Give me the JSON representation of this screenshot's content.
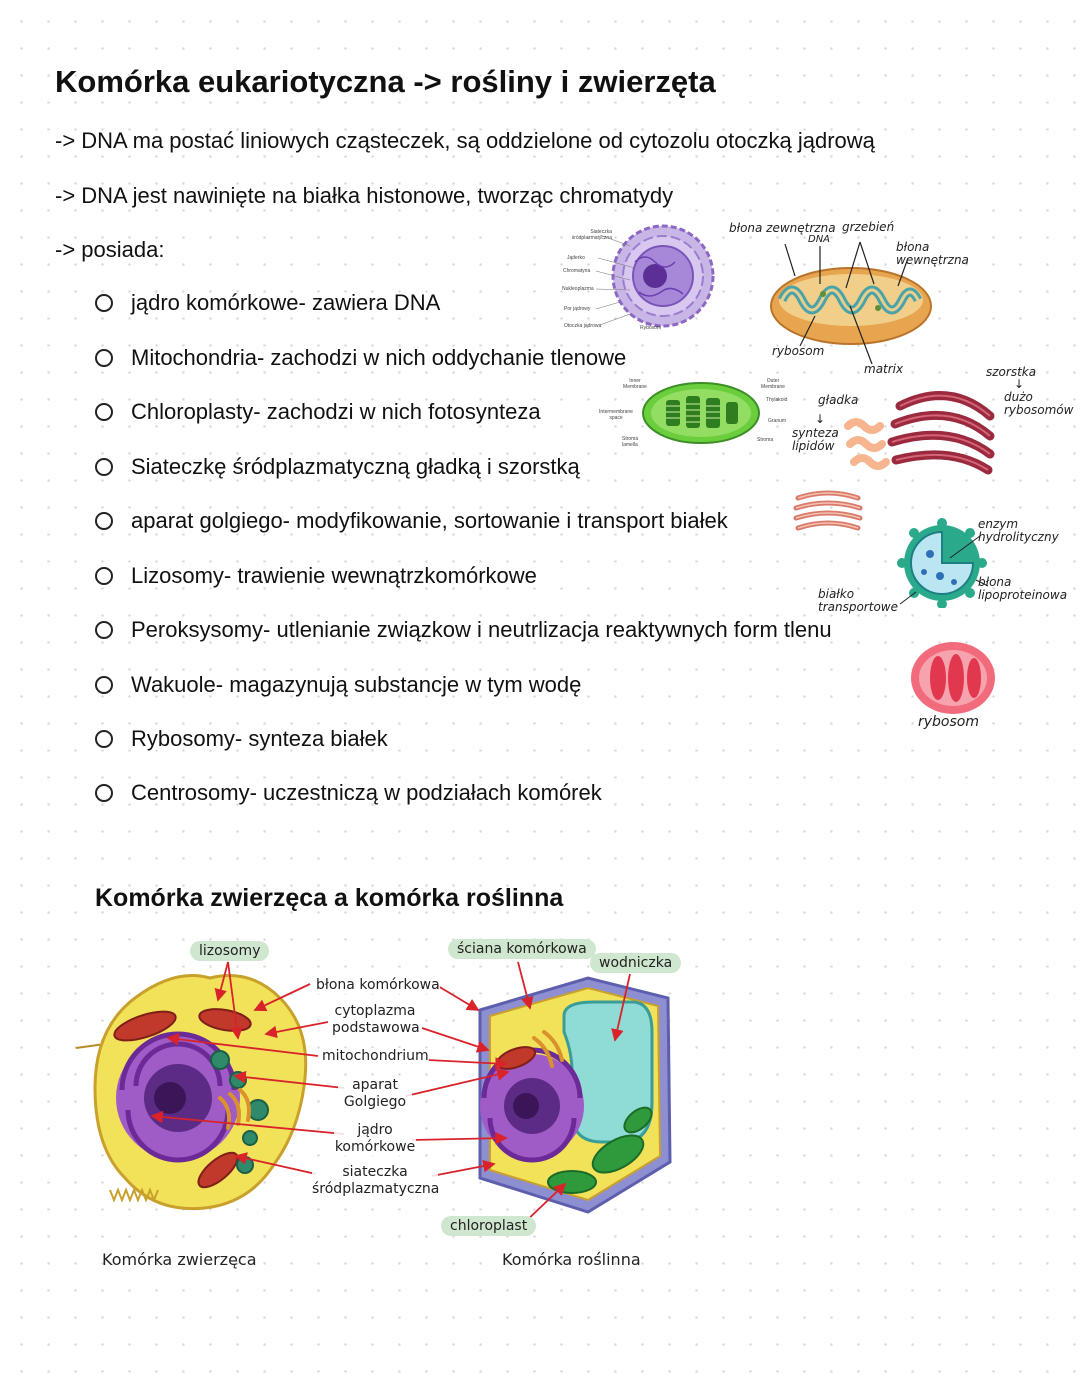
{
  "title": "Komórka eukariotyczna -> rośliny i zwierzęta",
  "lines": [
    "-> DNA ma postać liniowych cząsteczek, są oddzielone od cytozolu otoczką jądrową",
    "-> DNA jest nawinięte na białka histonowe, tworząc chromatydy",
    "-> posiada:"
  ],
  "items": [
    "jądro komórkowe- zawiera DNA",
    "Mitochondria- zachodzi w nich oddychanie tlenowe",
    "Chloroplasty- zachodzi w nich fotosynteza",
    "Siateczkę śródplazmatyczną gładką i szorstką",
    "aparat golgiego- modyfikowanie, sortowanie i transport białek",
    "Lizosomy- trawienie wewnątrzkomórkowe",
    "Peroksysomy- utlenianie związkow i neutrlizacja reaktywnych form tlenu",
    "Wakuole- magazynują substancje w tym wodę",
    "Rybosomy- synteza białek",
    "Centrosomy- uczestniczą w podziałach komórek"
  ],
  "nucleus_labels": [
    "Siateczka śródplazmatyczna",
    "Jąderko",
    "Chromatyna",
    "Nukleoplazma",
    "Por jądrowy",
    "Otoczka jądrowa",
    "Rybosom"
  ],
  "chloroplast_labels": [
    "Inner Membrane",
    "Outer Membrane",
    "Intermembrane space",
    "Thylakoid",
    "Granum",
    "Stroma lamella",
    "Stroma"
  ],
  "mito_notes": {
    "outer_membrane": "błona zewnętrzna",
    "dna": "DNA",
    "crest": "grzebień",
    "inner_membrane": "błona wewnętrzna",
    "ribosome": "rybosom",
    "matrix": "matrix"
  },
  "er_notes": {
    "rough": "szorstka",
    "many_ribosomes": "dużo rybosomów",
    "smooth": "gładka",
    "lipid_synthesis": "synteza lipidów"
  },
  "lysosome_notes": {
    "enzyme": "enzym hydrolityczny",
    "membrane": "błona lipoproteinowa",
    "protein": "białko transportowe"
  },
  "ribosome_note": "rybosom",
  "section2_title": "Komórka zwierzęca a komórka roślinna",
  "diagram": {
    "pills": {
      "lysosomes": "lizosomy",
      "cell_wall": "ściana komórkowa",
      "vacuole": "wodniczka",
      "chloroplast": "chloroplast"
    },
    "labels": {
      "membrane": "błona komórkowa",
      "cytoplasm": "cytoplazma podstawowa",
      "mitochondrion": "mitochondrium",
      "golgi": "aparat Golgiego",
      "nucleus": "jądro komórkowe",
      "er": "siateczka śródplazmatyczna"
    },
    "captions": {
      "animal": "Komórka zwierzęca",
      "plant": "Komórka roślinna"
    }
  },
  "colors": {
    "cytoplasm_yellow": "#f2e25a",
    "nucleus_purple": "#7b3fa0",
    "mito_red": "#c0392b",
    "chloroplast_green": "#2e9a3c",
    "vacuole_cyan": "#8fdbd6",
    "pill_green": "#cfe6cf",
    "arrow_red": "#d8232a"
  }
}
